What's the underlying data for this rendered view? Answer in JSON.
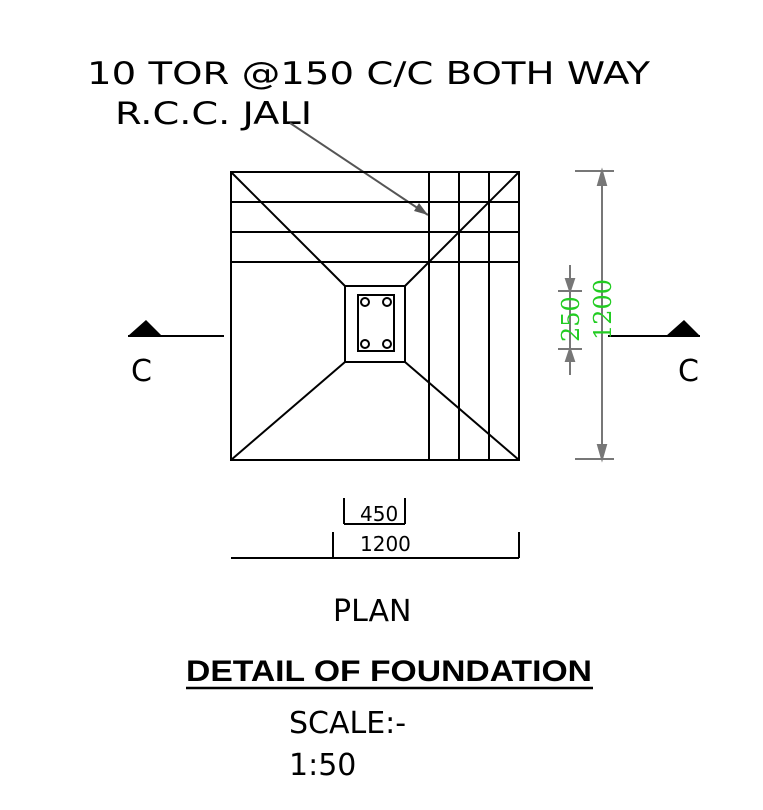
{
  "annotation": {
    "line1": "10 TOR @150 C/C BOTH WAY",
    "line2": "R.C.C. JALI"
  },
  "section_marks": {
    "left": "C",
    "right": "C"
  },
  "dimensions": {
    "column_height": "250",
    "overall_height": "1200",
    "column_width": "450",
    "overall_width": "1200"
  },
  "view_label": "PLAN",
  "title": "DETAIL OF FOUNDATION",
  "scale": {
    "label": "SCALE:-",
    "value": "1:50"
  },
  "colors": {
    "linework": "#000000",
    "leader": "#555555",
    "dimension_line": "#777777",
    "dimension_text": "#22cc22"
  }
}
